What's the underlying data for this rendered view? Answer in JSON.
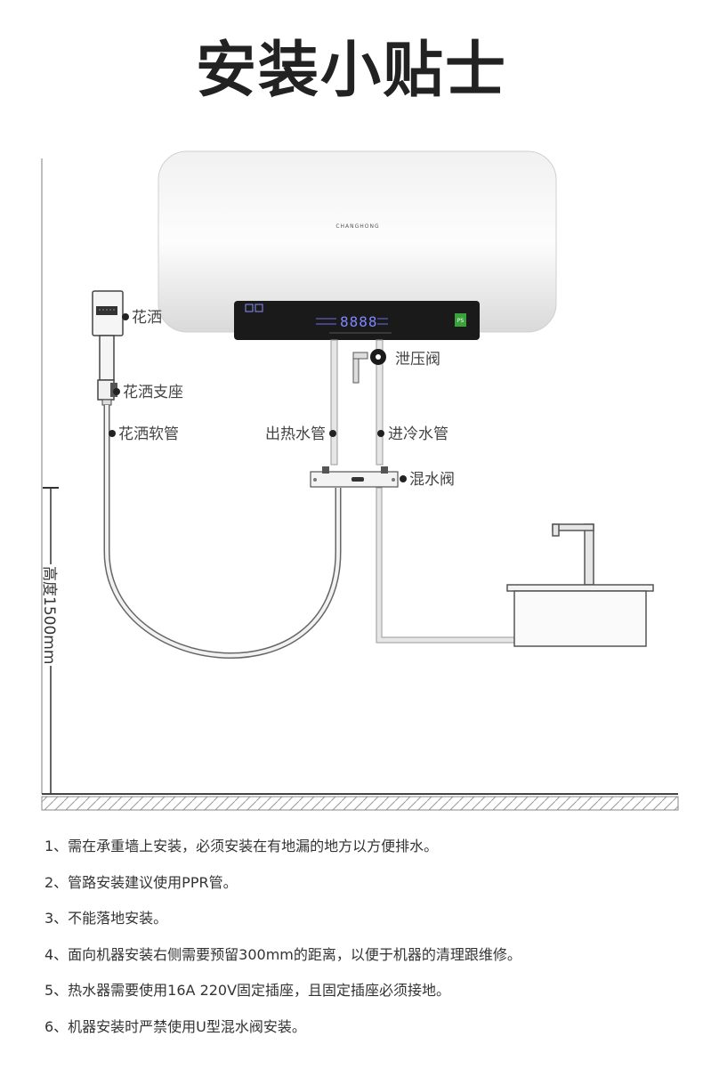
{
  "title": "安装小贴士",
  "heater": {
    "brand": "CHANGHONG",
    "display_digits": "8888",
    "badge": "PS"
  },
  "labels": {
    "shower_head": "花洒",
    "shower_holder": "花洒支座",
    "shower_hose": "花洒软管",
    "pressure_valve": "泄压阀",
    "hot_outlet_pipe": "出热水管",
    "cold_inlet_pipe": "进冷水管",
    "mixing_valve": "混水阀",
    "height": "高度1500mm"
  },
  "notes": [
    "1、需在承重墙上安装，必须安装在有地漏的地方以方便排水。",
    "2、管路安装建议使用PPR管。",
    "3、不能落地安装。",
    "4、面向机器安装右侧需要预留300mm的距离，以便于机器的清理跟维修。",
    "5、热水器需要使用16A 220V固定插座，且固定插座必须接地。",
    "6、机器安装时严禁使用U型混水阀安装。"
  ],
  "colors": {
    "panel": "#1a1a1a",
    "display": "#7f86ff",
    "badge": "#3aa23a",
    "pipe": "#bfbfbf"
  }
}
